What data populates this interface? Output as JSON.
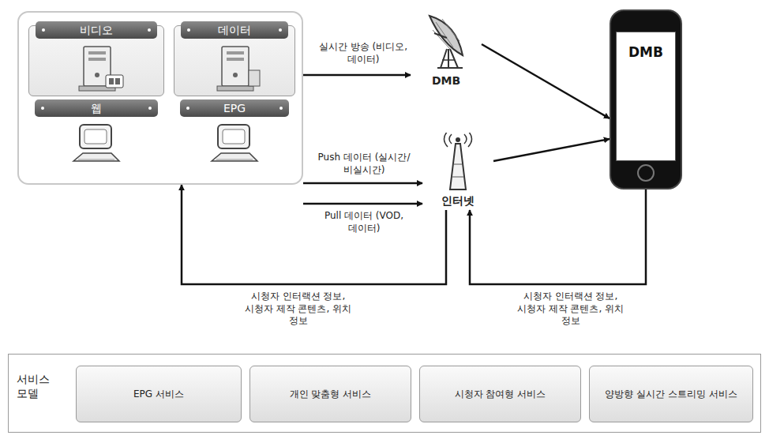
{
  "diagram": {
    "nodes": [
      {},
      {
        "text": [
          "비디오"
        ],
        "in": 0
      },
      {
        "text": [
          "데이터"
        ],
        "in": 0
      },
      {
        "text": [
          "웹"
        ],
        "in": 0
      },
      {
        "text": [
          "EPG"
        ],
        "in": 0
      },
      {
        "text": [
          "DMB"
        ]
      },
      {
        "text": [
          "인터넷"
        ]
      },
      {
        "text": [
          "DMB"
        ]
      },
      {
        "text": [
          "서비스 모델"
        ]
      },
      {
        "text": [
          "EPG 서비스"
        ],
        "in": 8
      },
      {
        "text": [
          "개인 맞춤형 서비스"
        ],
        "in": 8
      },
      {
        "text": [
          "시청자 참여형 서비스"
        ],
        "in": 8
      },
      {
        "text": [
          "양방향 실시간 스트리밍 서비스"
        ],
        "in": 8
      }
    ],
    "edges": [
      {
        "from": 0,
        "to": 5,
        "label": "실시간 방송 (비디오, 데이터)",
        "arrow": "to"
      },
      {
        "from": 0,
        "to": 6,
        "label": "Push 데이터 (실시간/비실시간)",
        "arrow": "to"
      },
      {
        "from": 0,
        "to": 6,
        "label": "Pull 데이터 (VOD, 데이터)",
        "arrow": "to"
      },
      {
        "from": 5,
        "to": 7,
        "arrow": "to"
      },
      {
        "from": 6,
        "to": 7,
        "arrow": "to"
      },
      {
        "from": 6,
        "to": 0,
        "label": "시청자 인터랙션 정보, 시청자 제작 콘텐츠, 위치 정보",
        "arrow": "to"
      },
      {
        "from": 7,
        "to": 6,
        "label": "시청자 인터랙션 정보, 시청자 제작 콘텐츠, 위치 정보",
        "arrow": "to"
      }
    ]
  }
}
